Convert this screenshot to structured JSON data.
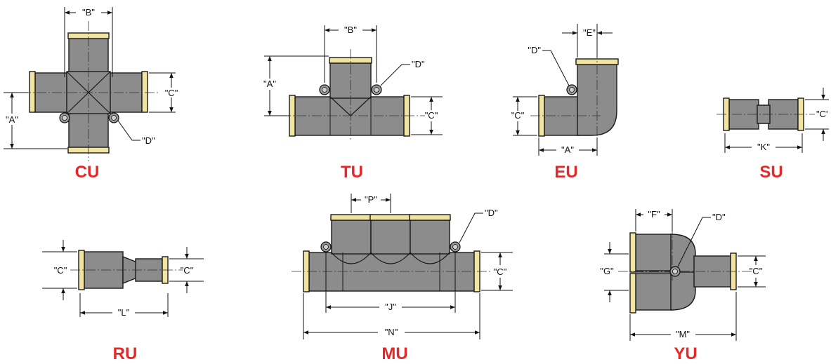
{
  "colors": {
    "title_red": "#e8272b",
    "fitting_gray": "#8c8c8c",
    "collet_yellow": "#f1e3a0"
  },
  "cu": {
    "title": "CU",
    "dim_a": "\"A\"",
    "dim_b": "\"B\"",
    "dim_c": "\"C\"",
    "dim_d": "\"D\""
  },
  "tu": {
    "title": "TU",
    "dim_a": "\"A\"",
    "dim_b": "\"B\"",
    "dim_c": "\"C\"",
    "dim_d": "\"D\""
  },
  "eu": {
    "title": "EU",
    "dim_a": "\"A\"",
    "dim_c": "\"C\"",
    "dim_d": "\"D\"",
    "dim_e": "\"E\""
  },
  "su": {
    "title": "SU",
    "dim_c": "\"C'",
    "dim_k": "\"K\""
  },
  "ru": {
    "title": "RU",
    "dim_c_left": "\"C\"",
    "dim_c_right": "\"C\"",
    "dim_l": "\"L\""
  },
  "mu": {
    "title": "MU",
    "dim_p": "\"P\"",
    "dim_d": "\"D\"",
    "dim_c": "\"C\"",
    "dim_j": "\"J\"",
    "dim_n": "\"N\""
  },
  "yu": {
    "title": "YU",
    "dim_f": "\"F\"",
    "dim_d": "\"D\"",
    "dim_g": "\"G\"",
    "dim_c": "\"C\"",
    "dim_m": "\"M\""
  }
}
